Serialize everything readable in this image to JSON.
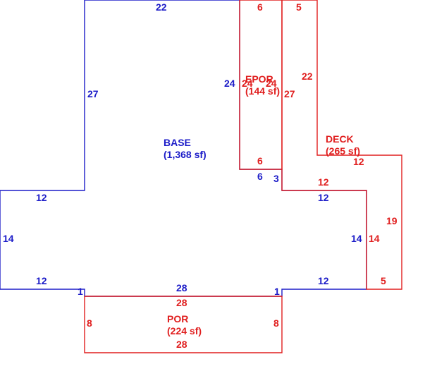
{
  "colors": {
    "base": "#1c1cc8",
    "addition": "#e01e1e",
    "background": "#ffffff"
  },
  "areas": {
    "base": {
      "name": "BASE",
      "area": "(1,368 sf)"
    },
    "epor": {
      "name": "EPOR",
      "area": "(144 sf)"
    },
    "deck": {
      "name": "DECK",
      "area": "(265 sf)"
    },
    "por": {
      "name": "POR",
      "area": "(224 sf)"
    }
  },
  "dimensions": {
    "base": {
      "top": "22",
      "left_upper": "27",
      "right_upper": "24",
      "notch_bottom": "6",
      "notch_side": "3",
      "left_arm_top": "12",
      "left_arm_side": "14",
      "left_arm_bottom": "12",
      "right_arm_top": "12",
      "right_arm_side": "14",
      "right_arm_bottom": "12",
      "bottom": "28",
      "step_left": "1",
      "step_right": "1"
    },
    "epor": {
      "top": "6",
      "left": "24",
      "right": "24",
      "bottom": "6",
      "outer_right": "27"
    },
    "deck": {
      "top": "5",
      "left_upper": "22",
      "step": "12",
      "inner": "12",
      "right": "19",
      "side": "14",
      "bottom": "5"
    },
    "por": {
      "top": "28",
      "left": "8",
      "right": "8",
      "bottom": "28"
    }
  }
}
